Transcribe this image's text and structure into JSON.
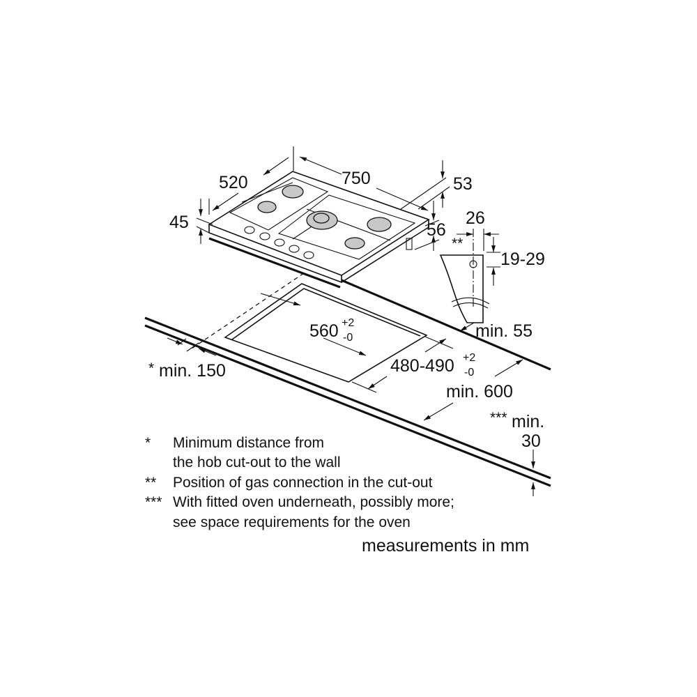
{
  "diagram": {
    "dimensions": {
      "width": "750",
      "depth": "520",
      "height": "45",
      "back_offset": "53",
      "gas_offset": "56",
      "gas_side": "26",
      "gas_height": "19-29",
      "gas_marker": "**",
      "min_back": "min. 55",
      "cutout_width": "560",
      "cutout_width_tol_plus": "+2",
      "cutout_width_tol_minus": "-0",
      "cutout_depth": "480-490",
      "cutout_depth_tol_plus": "+2",
      "cutout_depth_tol_minus": "-0",
      "min_wall_marker": "*",
      "min_wall": "min. 150",
      "min_worktop": "min. 600",
      "min_below_marker": "***",
      "min_below_label": "min.",
      "min_below_value": "30"
    },
    "legend": [
      {
        "marker": "*",
        "lines": [
          "Minimum distance from",
          "the hob cut-out to the wall"
        ]
      },
      {
        "marker": "**",
        "lines": [
          "Position of gas connection in the cut-out"
        ]
      },
      {
        "marker": "***",
        "lines": [
          "With fitted oven underneath, possibly more;",
          "see space requirements for the oven"
        ]
      }
    ],
    "units_note": "measurements in mm"
  }
}
